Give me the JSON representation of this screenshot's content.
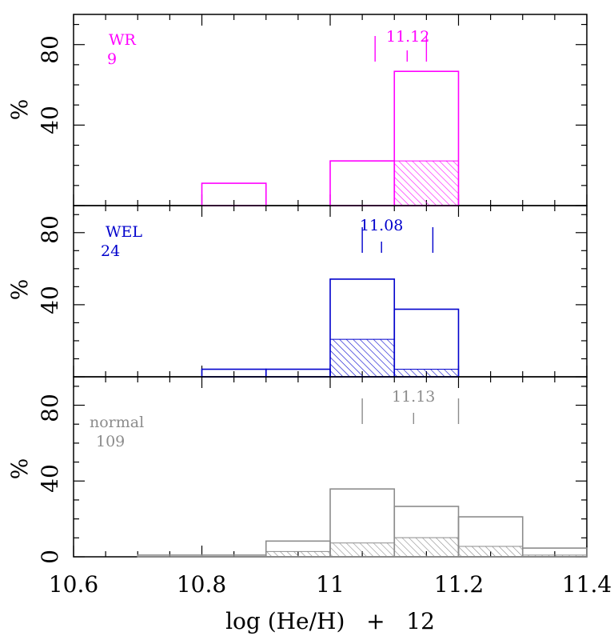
{
  "chart_data": {
    "type": "bar",
    "xlabel": "log (He/H)   +   12",
    "xlim": [
      10.6,
      11.4
    ],
    "x_ticks": [
      "10.6",
      "10.8",
      "11",
      "11.2",
      "11.4"
    ],
    "bin_width": 0.1,
    "panels": [
      {
        "label": "WR",
        "count": "9",
        "median_label": "11.12",
        "color": "#ff00ff",
        "ylabel": "%",
        "ylim": [
          0,
          95
        ],
        "y_ticks": [
          "40",
          "80"
        ],
        "bins": [
          10.8,
          11.1
        ],
        "open": [
          11.1,
          0,
          22.2,
          66.7
        ],
        "hatched": [
          0,
          0,
          0,
          22.2
        ],
        "markers": {
          "median": 11.12,
          "low": 11.07,
          "high": 11.15
        }
      },
      {
        "label": "WEL",
        "count": "24",
        "median_label": "11.08",
        "color": "#0000cc",
        "ylabel": "%",
        "ylim": [
          0,
          95
        ],
        "y_ticks": [
          "40",
          "80"
        ],
        "bins": [
          10.8,
          11.1
        ],
        "open": [
          4.2,
          4.2,
          54.2,
          37.5
        ],
        "hatched": [
          0,
          0,
          20.8,
          4.2
        ],
        "markers": {
          "median": 11.08,
          "low": 11.05,
          "high": 11.16
        }
      },
      {
        "label": "normal",
        "count": "109",
        "median_label": "11.13",
        "color": "#8c8c8c",
        "ylabel": "%",
        "ylim": [
          0,
          95
        ],
        "y_ticks": [
          "0",
          "40",
          "80"
        ],
        "bins": [
          10.7,
          11.3
        ],
        "open": [
          0.9,
          0.9,
          8.3,
          35.8,
          26.6,
          21.1,
          4.6
        ],
        "hatched": [
          0,
          0,
          2.8,
          7.3,
          10.1,
          5.5,
          0.9
        ],
        "markers": {
          "median": 11.13,
          "low": 11.05,
          "high": 11.2
        }
      }
    ]
  }
}
